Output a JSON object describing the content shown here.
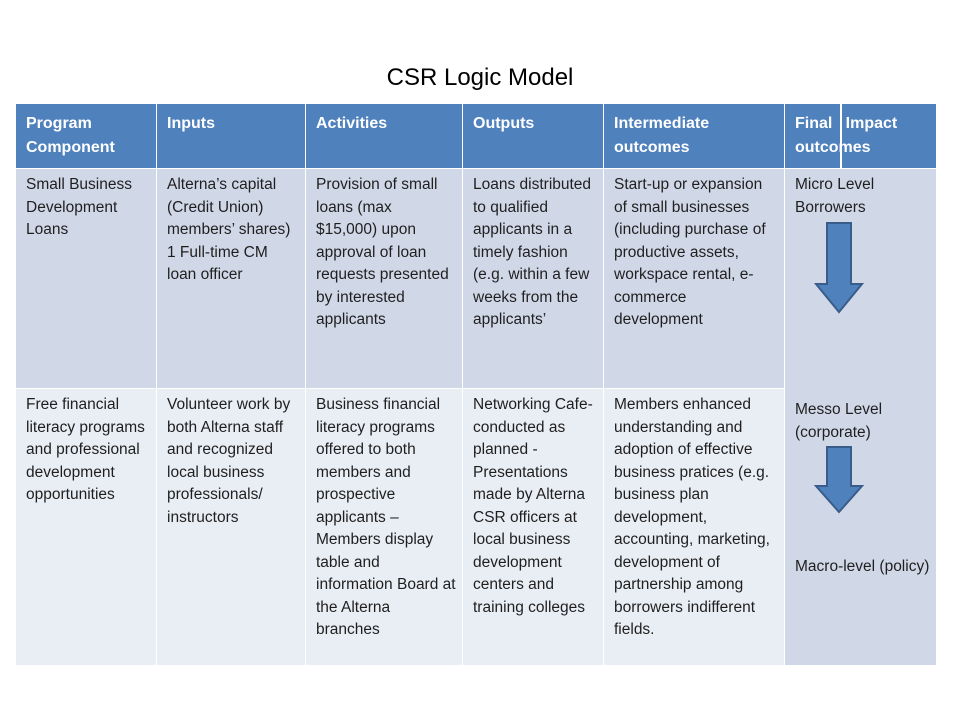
{
  "title": "CSR Logic Model",
  "headers": {
    "program_component": "Program Component",
    "inputs": "Inputs",
    "activities": "Activities",
    "outputs": "Outputs",
    "intermediate": "Intermediate outcomes",
    "final": "Final   Impact outcomes"
  },
  "rows": [
    {
      "program_component": "Small Business Development Loans",
      "inputs": "Alterna’s capital (Credit Union) members’ shares) 1 Full-time CM loan officer",
      "activities": "Provision of small loans (max $15,000) upon approval of loan requests presented by interested applicants",
      "outputs": "Loans distributed to qualified applicants in a timely fashion (e.g. within a few weeks from the applicants’",
      "intermediate": "Start-up or expansion of small businesses (including purchase of productive assets, workspace rental, e-commerce development"
    },
    {
      "program_component": "Free financial literacy programs and professional development opportunities",
      "inputs": "Volunteer work by both Alterna staff and recognized local business professionals/ instructors",
      "activities": "Business financial literacy programs offered to both members and prospective applicants – Members display table and information Board at the Alterna branches",
      "outputs": "Networking Cafe-conducted as planned -Presentations made by Alterna CSR officers at local business development centers and training colleges",
      "intermediate": "Members enhanced understanding and adoption of effective business pratices (e.g. business plan development, accounting, marketing, development of partnership among borrowers indifferent fields."
    }
  ],
  "final_outcomes": {
    "micro": "Micro Level Borrowers",
    "messo": "Messo Level (corporate)",
    "macro": "Macro-level (policy)",
    "arrow_icon": "down-arrow-icon"
  },
  "colors": {
    "header_bg": "#4f81bd",
    "row_dark": "#d0d8e8",
    "row_light": "#e9edf4",
    "arrow_fill": "#4f81bd",
    "arrow_stroke": "#385d8a"
  }
}
